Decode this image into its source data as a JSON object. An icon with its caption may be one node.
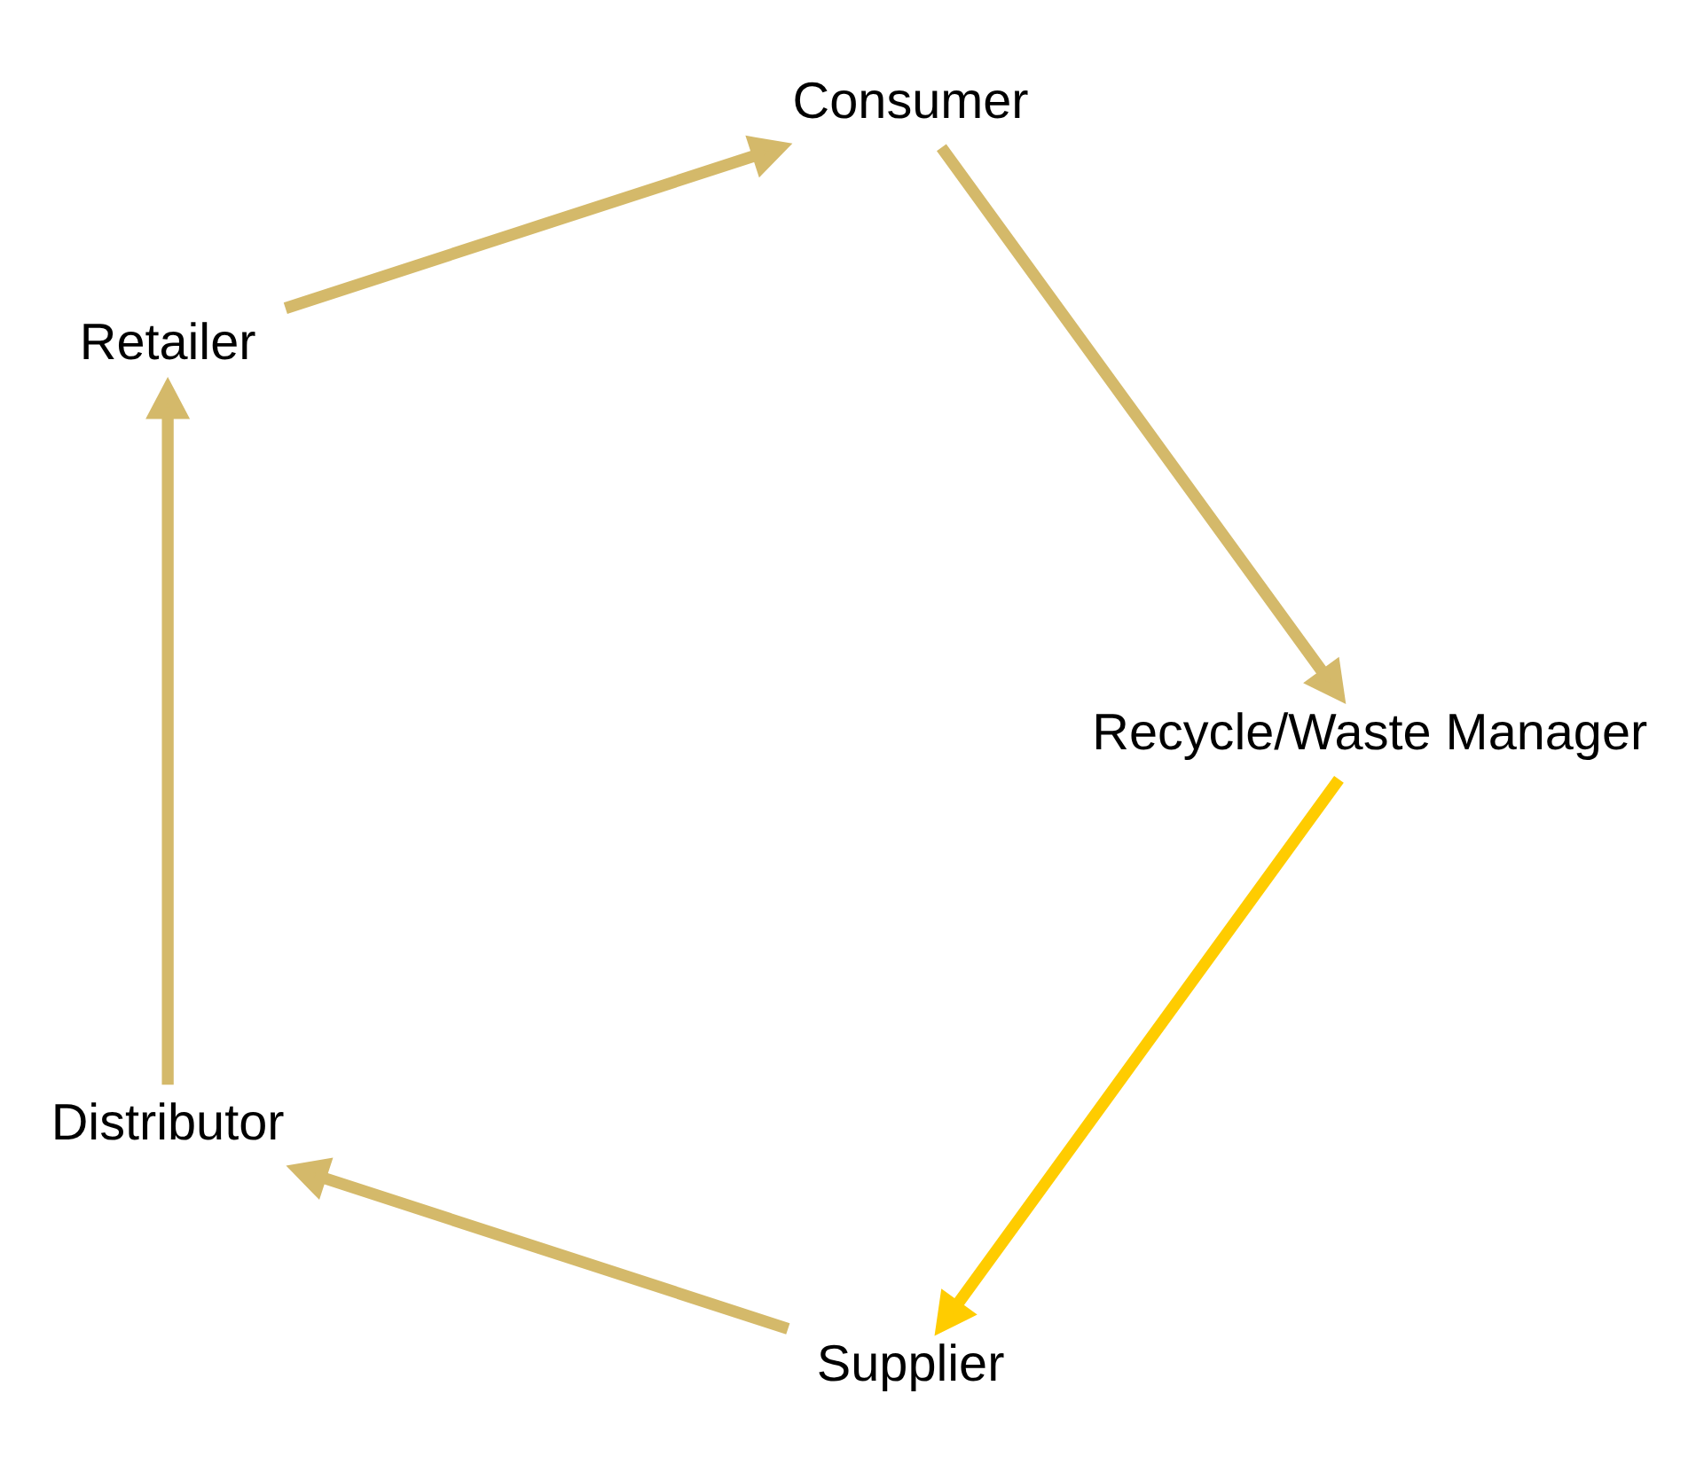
{
  "diagram": {
    "nodes": [
      {
        "text": [
          "Supplier"
        ]
      },
      {
        "text": [
          "Distributor"
        ]
      },
      {
        "text": [
          "Retailer"
        ]
      },
      {
        "text": [
          "Consumer"
        ]
      },
      {
        "text": [
          "Recycle/Waste Manager"
        ]
      }
    ],
    "edges": [
      {
        "from": 0,
        "to": 1,
        "arrow": "to"
      },
      {
        "from": 1,
        "to": 2,
        "arrow": "to"
      },
      {
        "from": 2,
        "to": 3,
        "arrow": "to"
      },
      {
        "from": 3,
        "to": 4,
        "arrow": "to"
      },
      {
        "from": 4,
        "to": 0,
        "arrow": "to",
        "color": "#ffcc00"
      }
    ]
  }
}
